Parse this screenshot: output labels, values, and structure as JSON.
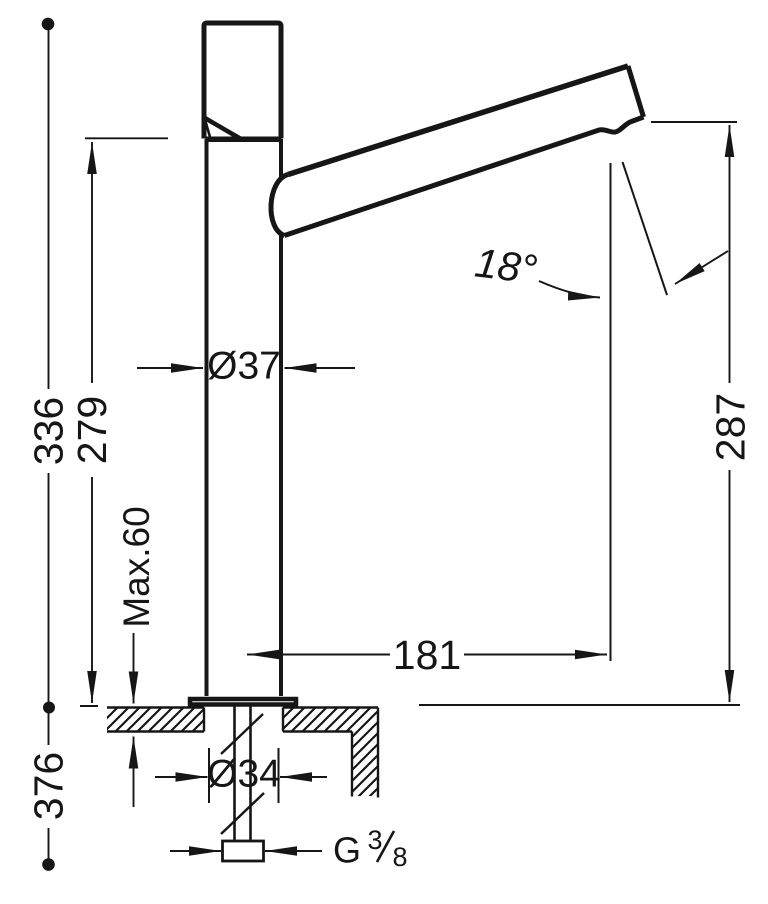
{
  "drawing": {
    "background": "#ffffff",
    "line_color": "#161616"
  },
  "labels": {
    "total_height": "336",
    "body_height": "279",
    "max_deck_thickness": "Max.60",
    "under_counter_length": "376",
    "body_diameter": "Ø37",
    "hole_diameter": "Ø34",
    "spout_angle": "18°",
    "spout_outlet_height": "287",
    "spout_reach": "181",
    "thread_prefix": "G",
    "thread_numerator": "3",
    "thread_denominator": "8"
  }
}
